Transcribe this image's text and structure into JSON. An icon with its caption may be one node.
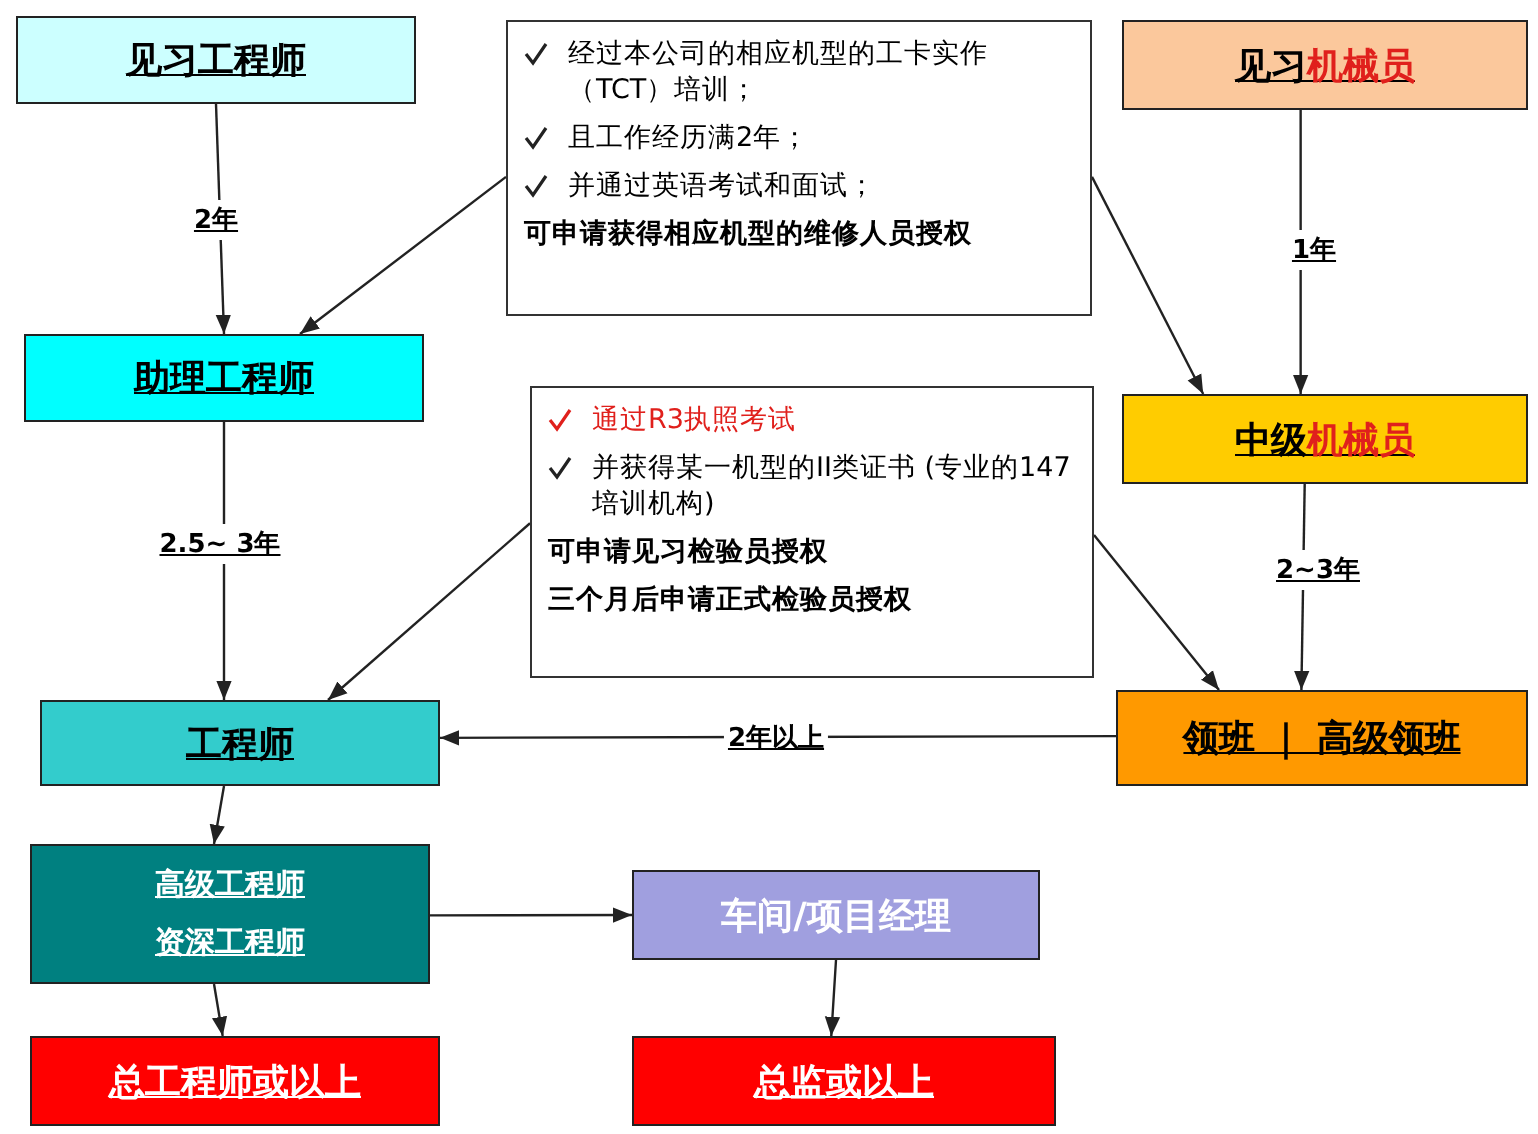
{
  "diagram": {
    "nodes": [
      {
        "text": [
          "见习工程师"
        ]
      },
      {
        "text": [
          "经过本公司的相应机型的工卡实作（TCT）培训；",
          "且工作经历满2年；",
          "并通过英语考试和面试；",
          "可申请获得相应机型的维修人员授权"
        ]
      },
      {
        "text": [
          "见习机械员"
        ]
      },
      {
        "text": [
          "助理工程师"
        ]
      },
      {
        "text": [
          "通过R3执照考试",
          "并获得某一机型的II类证书 (专业的147培训机构)",
          "可申请见习检验员授权",
          "三个月后申请正式检验员授权"
        ]
      },
      {
        "text": [
          "中级机械员"
        ]
      },
      {
        "text": [
          "工程师"
        ]
      },
      {
        "text": [
          "领班 ｜ 高级领班"
        ]
      },
      {
        "text": [
          "高级工程师",
          "资深工程师"
        ]
      },
      {
        "text": [
          "车间/项目经理"
        ]
      },
      {
        "text": [
          "总工程师或以上"
        ]
      },
      {
        "text": [
          "总监或以上"
        ]
      }
    ],
    "edges": [
      {
        "from": 0,
        "to": 3,
        "arrow": "to",
        "label": "2年"
      },
      {
        "from": 1,
        "to": 3,
        "arrow": "to"
      },
      {
        "from": 1,
        "to": 5,
        "arrow": "to"
      },
      {
        "from": 2,
        "to": 5,
        "arrow": "to",
        "label": "1年"
      },
      {
        "from": 3,
        "to": 6,
        "arrow": "to",
        "label": "2.5~ 3年"
      },
      {
        "from": 4,
        "to": 6,
        "arrow": "to"
      },
      {
        "from": 4,
        "to": 7,
        "arrow": "to"
      },
      {
        "from": 5,
        "to": 7,
        "arrow": "to",
        "label": "2~3年"
      },
      {
        "from": 7,
        "to": 6,
        "arrow": "to",
        "label": "2年以上"
      },
      {
        "from": 6,
        "to": 8,
        "arrow": "to"
      },
      {
        "from": 8,
        "to": 9,
        "arrow": "to"
      },
      {
        "from": 8,
        "to": 10,
        "arrow": "to"
      },
      {
        "from": 9,
        "to": 11,
        "arrow": "to"
      }
    ]
  }
}
